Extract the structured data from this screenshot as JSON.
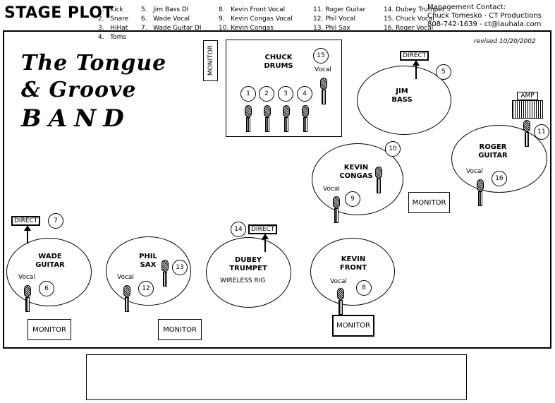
{
  "title": "STAGE PLOT",
  "contact": {
    "line1": "Management Contact:",
    "line2": "Chuck Tomesko - CT Productions",
    "line3": "808-742-1639 - ct@lauhala.com"
  },
  "revised": "revised 10/20/2002",
  "logo": {
    "line1": "The Tongue",
    "line2": "& Groove",
    "line3": "BAND"
  },
  "labels": {
    "monitor": "MONITOR",
    "direct": "DIRECT",
    "amp": "AMP",
    "vocal": "Vocal",
    "wireless": "WIRELESS RIG"
  },
  "musicians": {
    "chuck": "CHUCK\nDRUMS",
    "jim": "JIM\nBASS",
    "roger": "ROGER\nGUITAR",
    "kevin_congas": "KEVIN\nCONGAS",
    "wade": "WADE\nGUITAR",
    "phil": "PHIL\nSAX",
    "dubey": "DUBEY\nTRUMPET",
    "kevin_front": "KEVIN\nFRONT"
  },
  "nums": [
    "1",
    "2",
    "3",
    "4",
    "5",
    "6",
    "7",
    "8",
    "9",
    "10",
    "11",
    "12",
    "13",
    "14",
    "15",
    "16"
  ],
  "legend": {
    "col1": "1.   Kick\n2.   Snare\n3.   HiHat\n4.   Toms",
    "col2": "5.   Jim Bass DI\n6.   Wade Vocal\n7.   Wade Guitar DI",
    "col3": "8.   Kevin Front Vocal\n9.   Kevin Congas Vocal\n10. Kevin Congas",
    "col4": "11. Roger Guitar\n12. Phil Vocal\n13. Phil Sax",
    "col5": "14. Dubey Trumpet\n15. Chuck Vocal\n16. Roger Vocal"
  }
}
